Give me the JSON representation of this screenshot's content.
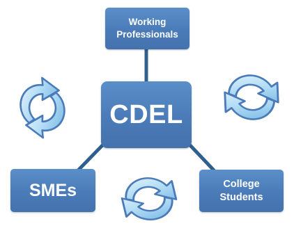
{
  "diagram": {
    "center": {
      "label": "CDEL"
    },
    "nodes": [
      {
        "id": "top",
        "label": "Working\nProfessionals"
      },
      {
        "id": "left",
        "label": "SMEs"
      },
      {
        "id": "right",
        "label": "College\nStudents"
      }
    ],
    "colors": {
      "box_fill": "#4a7bb8",
      "connector": "#2f5f8f",
      "cycle_fill": "#9fd0ef",
      "cycle_outline": "#4a7bb8"
    },
    "icons": [
      "refresh-cycle-icon",
      "refresh-cycle-icon",
      "refresh-cycle-icon"
    ]
  }
}
